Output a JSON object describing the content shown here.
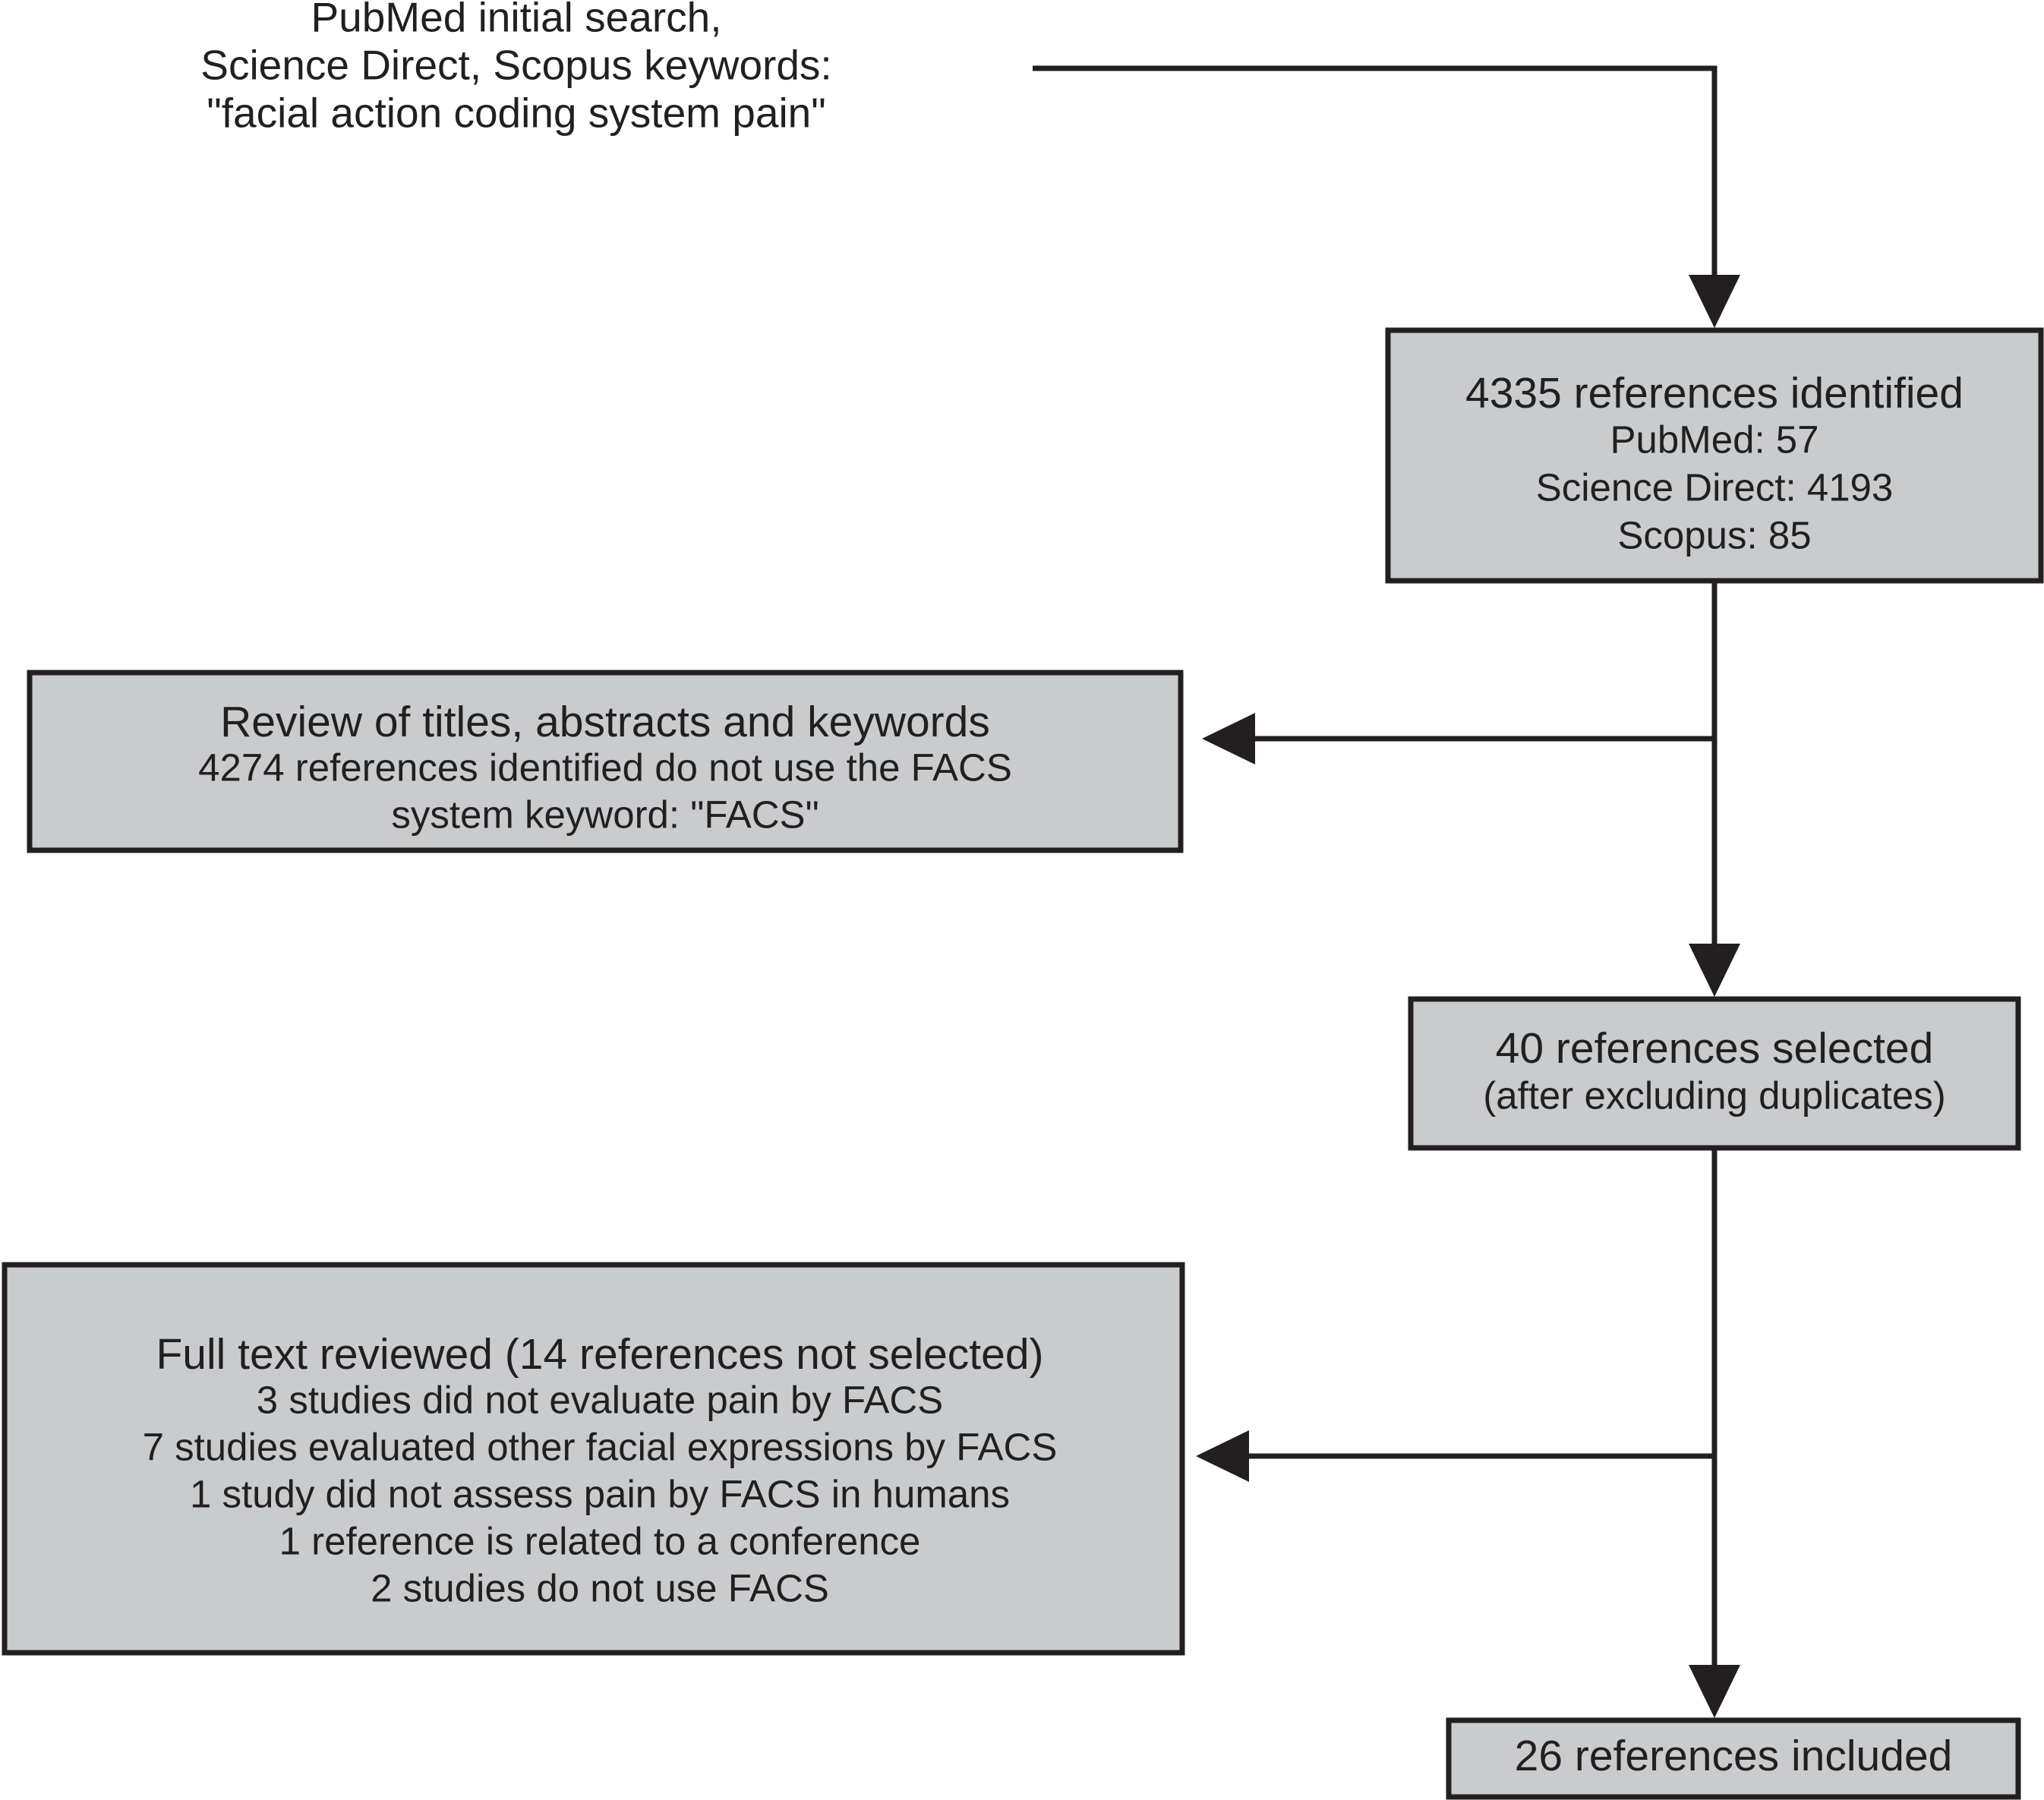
{
  "diagram": {
    "title": "PRISMA-style literature selection flowchart",
    "colors": {
      "box_fill": "#c9cbcd",
      "stroke": "#231f20",
      "background": "#ffffff",
      "text": "#231f20"
    },
    "search_label": {
      "line1": "PubMed initial search,",
      "line2": "Science Direct, Scopus keywords:",
      "line3": "\"facial action coding system pain\""
    },
    "nodes": [
      {
        "id": "identified",
        "lines": [
          "4335 references identified",
          "PubMed: 57",
          "Science Direct: 4193",
          "Scopus: 85"
        ]
      },
      {
        "id": "review-titles",
        "lines": [
          "Review of titles, abstracts and keywords",
          "4274 references identified do not use the FACS",
          "system keyword: \"FACS\""
        ]
      },
      {
        "id": "selected",
        "lines": [
          "40 references selected",
          "(after excluding duplicates)"
        ]
      },
      {
        "id": "full-text",
        "lines": [
          "Full text reviewed (14 references not selected)",
          "3 studies did not evaluate pain by FACS",
          "7 studies evaluated other facial expressions by FACS",
          "1 study did not assess pain by FACS in humans",
          "1 reference is related to a conference",
          "2 studies do not use FACS"
        ]
      },
      {
        "id": "included",
        "lines": [
          "26 references included"
        ]
      }
    ]
  }
}
